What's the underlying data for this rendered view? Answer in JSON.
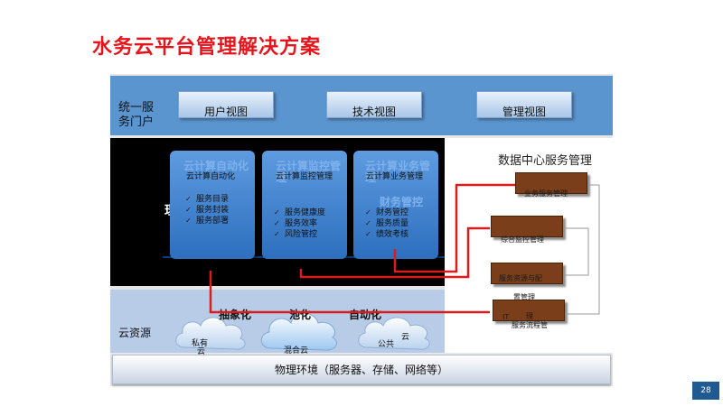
{
  "title": "水务云平台管理解决方案",
  "portal": {
    "label": "统一服务门户",
    "views": [
      "用户视图",
      "技术视图",
      "管理视图"
    ]
  },
  "left_glyph": "理",
  "columns": [
    {
      "ghost_title": "云计算自动化",
      "head": "云计算自动化",
      "items": [
        "服务目录",
        "服务封装",
        "服务部署"
      ]
    },
    {
      "ghost_title": "云计算监控管理",
      "head": "云计算监控管理",
      "items": [
        "服务健康度",
        "服务效率",
        "风险管控"
      ]
    },
    {
      "ghost_title": "云计算业务管理",
      "head": "云计算业务管理",
      "ghost_sub": "财务管控",
      "items": [
        "财务管控",
        "服务质量",
        "绩效考核"
      ]
    }
  ],
  "service_mgmt": {
    "title": "数据中心服务管理",
    "boxes": [
      {
        "label": "业务服务管理"
      },
      {
        "label": "综合监控管理"
      },
      {
        "label": "服务资源与配置管理"
      },
      {
        "label": "IT服务流程管理"
      }
    ],
    "label_3_line1": "服务资源与配",
    "label_3_line2": "置管理",
    "label_4_prefix": "IT",
    "label_4_line2": "服务流程管",
    "label_4_mid": "理"
  },
  "cloud_layer": {
    "label": "云资源",
    "capabilities": [
      "抽象化",
      "池化",
      "自动化"
    ],
    "clouds": [
      {
        "name_line1": "私有",
        "name_line2": "云"
      },
      {
        "name_line1": "混合云",
        "name_line2": ""
      },
      {
        "name_line1": "公共",
        "name_line2": "云"
      }
    ]
  },
  "physical": "物理环境（服务器、存储、网络等）",
  "page_number": "28",
  "colors": {
    "title": "#e8141b",
    "portal": "#5b95cf",
    "connector": "#d91c1c",
    "mgmt_box": "#7a3f1a",
    "cloud_band": "#b8cce8",
    "page_badge": "#1f5a91"
  }
}
